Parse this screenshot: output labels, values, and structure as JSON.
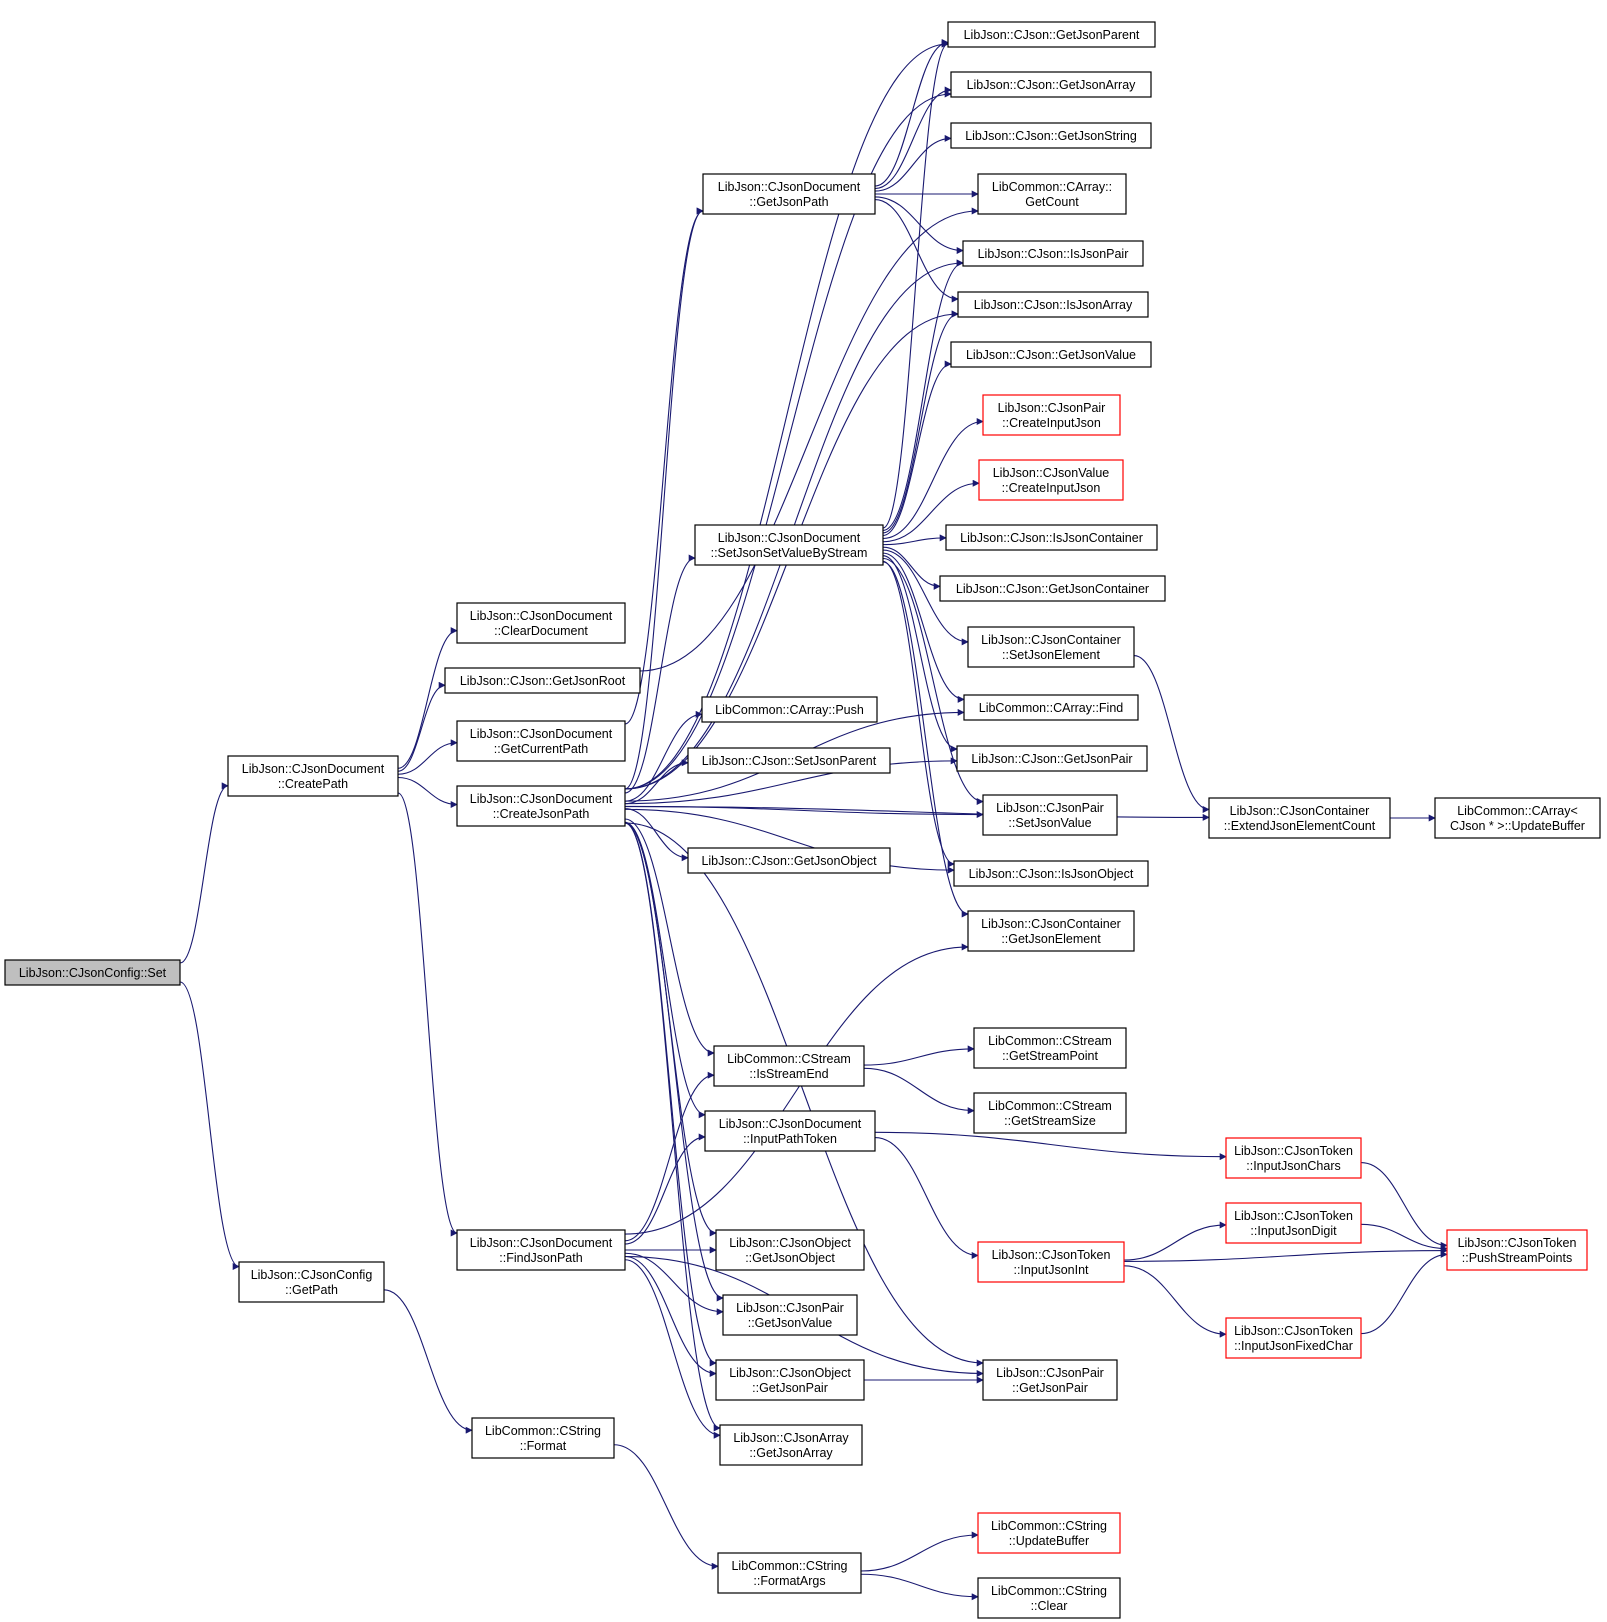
{
  "diagram": {
    "nodes": [
      {
        "id": "set",
        "lines": [
          "LibJson::CJsonConfig::Set"
        ],
        "style": "root"
      },
      {
        "id": "createpath",
        "lines": [
          "LibJson::CJsonDocument",
          "::CreatePath"
        ]
      },
      {
        "id": "cfgpath",
        "lines": [
          "LibJson::CJsonConfig",
          "::GetPath"
        ]
      },
      {
        "id": "cleardoc",
        "lines": [
          "LibJson::CJsonDocument",
          "::ClearDocument"
        ]
      },
      {
        "id": "getroot",
        "lines": [
          "LibJson::CJson::GetJsonRoot"
        ]
      },
      {
        "id": "curpath",
        "lines": [
          "LibJson::CJsonDocument",
          "::GetCurrentPath"
        ]
      },
      {
        "id": "createjson",
        "lines": [
          "LibJson::CJsonDocument",
          "::CreateJsonPath"
        ]
      },
      {
        "id": "findpath",
        "lines": [
          "LibJson::CJsonDocument",
          "::FindJsonPath"
        ]
      },
      {
        "id": "strfmt",
        "lines": [
          "LibCommon::CString",
          "::Format"
        ]
      },
      {
        "id": "getjsonpath",
        "lines": [
          "LibJson::CJsonDocument",
          "::GetJsonPath"
        ]
      },
      {
        "id": "setbystream",
        "lines": [
          "LibJson::CJsonDocument",
          "::SetJsonSetValueByStream"
        ]
      },
      {
        "id": "push",
        "lines": [
          "LibCommon::CArray::Push"
        ]
      },
      {
        "id": "setparent",
        "lines": [
          "LibJson::CJson::SetJsonParent"
        ]
      },
      {
        "id": "getobj",
        "lines": [
          "LibJson::CJson::GetJsonObject"
        ]
      },
      {
        "id": "isstreamend",
        "lines": [
          "LibCommon::CStream",
          "::IsStreamEnd"
        ]
      },
      {
        "id": "inputpathtoken",
        "lines": [
          "LibJson::CJsonDocument",
          "::InputPathToken"
        ]
      },
      {
        "id": "objgetobj",
        "lines": [
          "LibJson::CJsonObject",
          "::GetJsonObject"
        ]
      },
      {
        "id": "pairgetval",
        "lines": [
          "LibJson::CJsonPair",
          "::GetJsonValue"
        ]
      },
      {
        "id": "objgetpair",
        "lines": [
          "LibJson::CJsonObject",
          "::GetJsonPair"
        ]
      },
      {
        "id": "arrgetarr",
        "lines": [
          "LibJson::CJsonArray",
          "::GetJsonArray"
        ]
      },
      {
        "id": "fmtargs",
        "lines": [
          "LibCommon::CString",
          "::FormatArgs"
        ]
      },
      {
        "id": "getparent",
        "lines": [
          "LibJson::CJson::GetJsonParent"
        ]
      },
      {
        "id": "getarray",
        "lines": [
          "LibJson::CJson::GetJsonArray"
        ]
      },
      {
        "id": "getstring",
        "lines": [
          "LibJson::CJson::GetJsonString"
        ]
      },
      {
        "id": "getcount",
        "lines": [
          "LibCommon::CArray::",
          "GetCount"
        ]
      },
      {
        "id": "ispair",
        "lines": [
          "LibJson::CJson::IsJsonPair"
        ]
      },
      {
        "id": "isarray",
        "lines": [
          "LibJson::CJson::IsJsonArray"
        ]
      },
      {
        "id": "getvalue",
        "lines": [
          "LibJson::CJson::GetJsonValue"
        ]
      },
      {
        "id": "paircreate",
        "lines": [
          "LibJson::CJsonPair",
          "::CreateInputJson"
        ],
        "style": "trunc"
      },
      {
        "id": "valcreate",
        "lines": [
          "LibJson::CJsonValue",
          "::CreateInputJson"
        ],
        "style": "trunc"
      },
      {
        "id": "iscontainer",
        "lines": [
          "LibJson::CJson::IsJsonContainer"
        ]
      },
      {
        "id": "getcontainer",
        "lines": [
          "LibJson::CJson::GetJsonContainer"
        ]
      },
      {
        "id": "contset",
        "lines": [
          "LibJson::CJsonContainer",
          "::SetJsonElement"
        ]
      },
      {
        "id": "find",
        "lines": [
          "LibCommon::CArray::Find"
        ]
      },
      {
        "id": "getpair",
        "lines": [
          "LibJson::CJson::GetJsonPair"
        ]
      },
      {
        "id": "pairsetval",
        "lines": [
          "LibJson::CJsonPair",
          "::SetJsonValue"
        ]
      },
      {
        "id": "isobject",
        "lines": [
          "LibJson::CJson::IsJsonObject"
        ]
      },
      {
        "id": "contget",
        "lines": [
          "LibJson::CJsonContainer",
          "::GetJsonElement"
        ]
      },
      {
        "id": "getstreampoint",
        "lines": [
          "LibCommon::CStream",
          "::GetStreamPoint"
        ]
      },
      {
        "id": "getstreamsize",
        "lines": [
          "LibCommon::CStream",
          "::GetStreamSize"
        ]
      },
      {
        "id": "pairgetpair",
        "lines": [
          "LibJson::CJsonPair",
          "::GetJsonPair"
        ]
      },
      {
        "id": "updatebuf",
        "lines": [
          "LibCommon::CString",
          "::UpdateBuffer"
        ],
        "style": "trunc"
      },
      {
        "id": "strclear",
        "lines": [
          "LibCommon::CString",
          "::Clear"
        ]
      },
      {
        "id": "extend",
        "lines": [
          "LibJson::CJsonContainer",
          "::ExtendJsonElementCount"
        ]
      },
      {
        "id": "inputchars",
        "lines": [
          "LibJson::CJsonToken",
          "::InputJsonChars"
        ],
        "style": "trunc"
      },
      {
        "id": "inputint",
        "lines": [
          "LibJson::CJsonToken",
          "::InputJsonInt"
        ],
        "style": "trunc"
      },
      {
        "id": "inputdigit",
        "lines": [
          "LibJson::CJsonToken",
          "::InputJsonDigit"
        ],
        "style": "trunc"
      },
      {
        "id": "inputfixed",
        "lines": [
          "LibJson::CJsonToken",
          "::InputJsonFixedChar"
        ],
        "style": "trunc"
      },
      {
        "id": "arrupdate",
        "lines": [
          "LibCommon::CArray<",
          "CJson * >::UpdateBuffer"
        ]
      },
      {
        "id": "pushstream",
        "lines": [
          "LibJson::CJsonToken",
          "::PushStreamPoints"
        ],
        "style": "trunc"
      }
    ],
    "edges": [
      [
        "set",
        "createpath"
      ],
      [
        "set",
        "cfgpath"
      ],
      [
        "createpath",
        "cleardoc"
      ],
      [
        "createpath",
        "getroot"
      ],
      [
        "createpath",
        "curpath"
      ],
      [
        "createpath",
        "createjson"
      ],
      [
        "createpath",
        "findpath"
      ],
      [
        "cfgpath",
        "strfmt"
      ],
      [
        "strfmt",
        "fmtargs"
      ],
      [
        "fmtargs",
        "updatebuf"
      ],
      [
        "fmtargs",
        "strclear"
      ],
      [
        "getroot",
        "getcount"
      ],
      [
        "curpath",
        "getjsonpath"
      ],
      [
        "createjson",
        "getjsonpath"
      ],
      [
        "createjson",
        "setbystream"
      ],
      [
        "createjson",
        "push"
      ],
      [
        "createjson",
        "setparent"
      ],
      [
        "createjson",
        "getobj"
      ],
      [
        "createjson",
        "getparent"
      ],
      [
        "createjson",
        "getarray"
      ],
      [
        "createjson",
        "ispair"
      ],
      [
        "createjson",
        "isarray"
      ],
      [
        "createjson",
        "find"
      ],
      [
        "createjson",
        "getpair"
      ],
      [
        "createjson",
        "pairsetval"
      ],
      [
        "createjson",
        "isobject"
      ],
      [
        "createjson",
        "extend"
      ],
      [
        "createjson",
        "isstreamend"
      ],
      [
        "createjson",
        "inputpathtoken"
      ],
      [
        "createjson",
        "objgetobj"
      ],
      [
        "createjson",
        "pairgetval"
      ],
      [
        "createjson",
        "objgetpair"
      ],
      [
        "createjson",
        "arrgetarr"
      ],
      [
        "createjson",
        "pairgetpair"
      ],
      [
        "getjsonpath",
        "getparent"
      ],
      [
        "getjsonpath",
        "getarray"
      ],
      [
        "getjsonpath",
        "getstring"
      ],
      [
        "getjsonpath",
        "getcount"
      ],
      [
        "getjsonpath",
        "ispair"
      ],
      [
        "getjsonpath",
        "isarray"
      ],
      [
        "setbystream",
        "getparent"
      ],
      [
        "setbystream",
        "ispair"
      ],
      [
        "setbystream",
        "isarray"
      ],
      [
        "setbystream",
        "getvalue"
      ],
      [
        "setbystream",
        "paircreate"
      ],
      [
        "setbystream",
        "valcreate"
      ],
      [
        "setbystream",
        "iscontainer"
      ],
      [
        "setbystream",
        "getcontainer"
      ],
      [
        "setbystream",
        "contset"
      ],
      [
        "setbystream",
        "find"
      ],
      [
        "setbystream",
        "getpair"
      ],
      [
        "setbystream",
        "pairsetval"
      ],
      [
        "setbystream",
        "isobject"
      ],
      [
        "setbystream",
        "contget"
      ],
      [
        "contset",
        "extend"
      ],
      [
        "extend",
        "arrupdate"
      ],
      [
        "findpath",
        "contget"
      ],
      [
        "findpath",
        "isstreamend"
      ],
      [
        "findpath",
        "inputpathtoken"
      ],
      [
        "findpath",
        "objgetobj"
      ],
      [
        "findpath",
        "pairgetval"
      ],
      [
        "findpath",
        "objgetpair"
      ],
      [
        "findpath",
        "arrgetarr"
      ],
      [
        "findpath",
        "pairgetpair"
      ],
      [
        "isstreamend",
        "getstreampoint"
      ],
      [
        "isstreamend",
        "getstreamsize"
      ],
      [
        "inputpathtoken",
        "inputchars"
      ],
      [
        "inputpathtoken",
        "inputint"
      ],
      [
        "inputchars",
        "pushstream"
      ],
      [
        "inputint",
        "inputdigit"
      ],
      [
        "inputint",
        "pushstream"
      ],
      [
        "inputint",
        "inputfixed"
      ],
      [
        "inputdigit",
        "pushstream"
      ],
      [
        "inputfixed",
        "pushstream"
      ],
      [
        "objgetpair",
        "pairgetpair"
      ]
    ]
  }
}
